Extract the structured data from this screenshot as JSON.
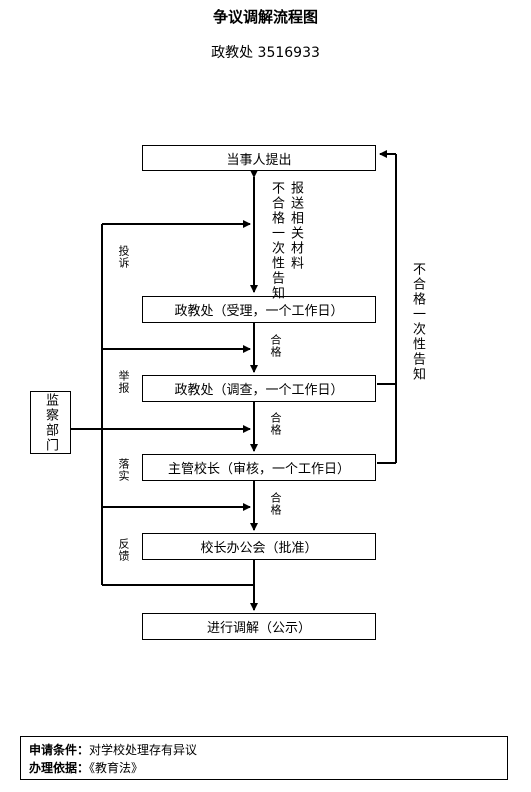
{
  "header": {
    "title": "争议调解流程图",
    "subtitle": "政教处  3516933"
  },
  "boxes": {
    "start": "当事人提出",
    "step1": "政教处（受理，一个工作日）",
    "step2": "政教处（调查，一个工作日）",
    "step3": "主管校长（审核，一个工作日）",
    "step4": "校长办公会（批准）",
    "end": "进行调解（公示）",
    "supervise": "监察部门"
  },
  "labels": {
    "submit_material": "报送相关材料",
    "not_qualified_left": "不合格一次性告知",
    "not_qualified_right": "不合格一次性告知",
    "pass1": "合格",
    "pass2": "合格",
    "pass3": "合格",
    "complaint": "投诉",
    "report": "举报",
    "implement": "落实",
    "feedback": "反馈"
  },
  "footer": {
    "condition_label": "申请条件：",
    "condition_value": "对学校处理存有异议",
    "basis_label": "办理依据：",
    "basis_value": "《教育法》"
  }
}
